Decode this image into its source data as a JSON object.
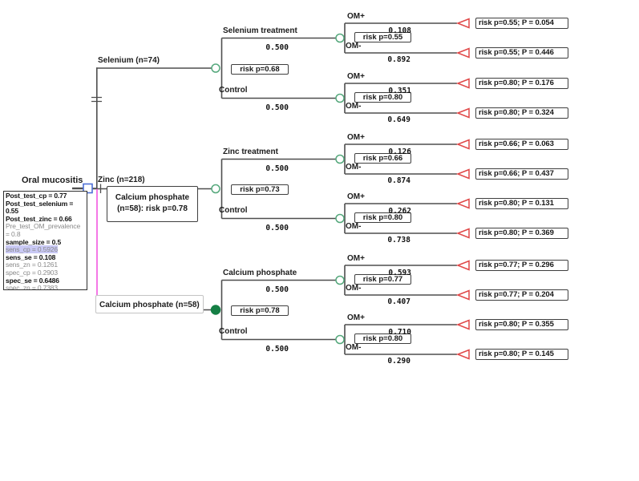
{
  "app": {
    "title": "Oral mucositis decision tree"
  },
  "colors": {
    "branch_line": "#4e4e4e",
    "chance_node_green": "#55a87c",
    "selected_node_green": "#157f45",
    "terminal_node_red": "#e04848",
    "decision_node_blue": "#4d6fd6",
    "selected_path_magenta": "#f257e0",
    "variable_highlight": "#c9c9f5"
  },
  "root": {
    "label": "Oral mucositis",
    "variables": [
      "Post_test_cp = 0.77",
      "Post_test_selenium = 0.55",
      "Post_test_zinc = 0.66",
      "Pre_test_OM_prevalence = 0.8",
      "sample_size = 0.5",
      "sens_cp = 0.5926",
      "sens_se = 0.108",
      "sens_zn = 0.1261",
      "spec_cp = 0.2903",
      "spec_se = 0.6486",
      "spec_zn = 0.7383"
    ]
  },
  "tree": {
    "arms": [
      {
        "label": "Selenium (n=74)",
        "risk_box": "risk p=0.68",
        "branches": [
          {
            "label": "Selenium treatment",
            "prob": "0.500",
            "risk_box": "risk p=0.55",
            "om_plus": {
              "label": "OM+",
              "prob": "0.108",
              "terminal": "risk p=0.55; P = 0.054"
            },
            "om_minus": {
              "label": "OM-",
              "prob": "0.892",
              "terminal": "risk p=0.55; P = 0.446"
            }
          },
          {
            "label": "Control",
            "prob": "0.500",
            "risk_box": "risk p=0.80",
            "om_plus": {
              "label": "OM+",
              "prob": "0.351",
              "terminal": "risk p=0.80; P = 0.176"
            },
            "om_minus": {
              "label": "OM-",
              "prob": "0.649",
              "terminal": "risk p=0.80; P = 0.324"
            }
          }
        ]
      },
      {
        "label": "Zinc (n=218)",
        "note_box": {
          "line1": "Calcium phosphate",
          "line2": "(n=58): risk p=0.78"
        },
        "risk_box": "risk p=0.73",
        "branches": [
          {
            "label": "Zinc treatment",
            "prob": "0.500",
            "risk_box": "risk p=0.66",
            "om_plus": {
              "label": "OM+",
              "prob": "0.126",
              "terminal": "risk p=0.66; P = 0.063"
            },
            "om_minus": {
              "label": "OM-",
              "prob": "0.874",
              "terminal": "risk p=0.66; P = 0.437"
            }
          },
          {
            "label": "Control",
            "prob": "0.500",
            "risk_box": "risk p=0.80",
            "om_plus": {
              "label": "OM+",
              "prob": "0.262",
              "terminal": "risk p=0.80; P = 0.131"
            },
            "om_minus": {
              "label": "OM-",
              "prob": "0.738",
              "terminal": "risk p=0.80; P = 0.369"
            }
          }
        ]
      },
      {
        "label": "Calcium phosphate (n=58)",
        "risk_box": "risk p=0.78",
        "branches": [
          {
            "label": "Calcium phosphate",
            "prob": "0.500",
            "risk_box": "risk p=0.77",
            "om_plus": {
              "label": "OM+",
              "prob": "0.593",
              "terminal": "risk p=0.77; P = 0.296"
            },
            "om_minus": {
              "label": "OM-",
              "prob": "0.407",
              "terminal": "risk p=0.77; P = 0.204"
            }
          },
          {
            "label": "Control",
            "prob": "0.500",
            "risk_box": "risk p=0.80",
            "om_plus": {
              "label": "OM+",
              "prob": "0.710",
              "terminal": "risk p=0.80; P = 0.355"
            },
            "om_minus": {
              "label": "OM-",
              "prob": "0.290",
              "terminal": "risk p=0.80; P = 0.145"
            }
          }
        ]
      }
    ]
  }
}
